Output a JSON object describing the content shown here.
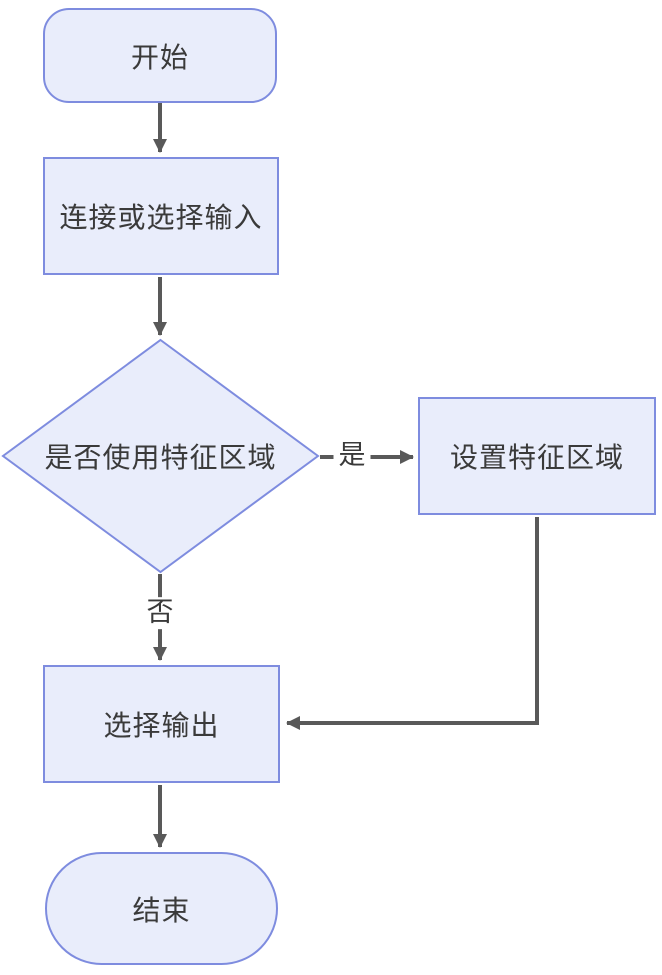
{
  "diagram": {
    "type": "flowchart",
    "nodes": [
      {
        "id": "start",
        "shape": "rounded-rect",
        "label": "开始"
      },
      {
        "id": "input",
        "shape": "rect",
        "label": "连接或选择输入"
      },
      {
        "id": "decision",
        "shape": "diamond",
        "label": "是否使用特征区域"
      },
      {
        "id": "set-region",
        "shape": "rect",
        "label": "设置特征区域"
      },
      {
        "id": "output",
        "shape": "rect",
        "label": "选择输出"
      },
      {
        "id": "end",
        "shape": "stadium",
        "label": "结束"
      }
    ],
    "edges": [
      {
        "from": "start",
        "to": "input",
        "label": ""
      },
      {
        "from": "input",
        "to": "decision",
        "label": ""
      },
      {
        "from": "decision",
        "to": "set-region",
        "label": "是"
      },
      {
        "from": "decision",
        "to": "output",
        "label": "否"
      },
      {
        "from": "set-region",
        "to": "output",
        "label": ""
      },
      {
        "from": "output",
        "to": "end",
        "label": ""
      }
    ],
    "colors": {
      "node_fill": "#E9EDFB",
      "node_border": "#7E8CDF",
      "connector": "#595959",
      "text": "#3A3A3A",
      "background": "#FFFFFF"
    }
  }
}
